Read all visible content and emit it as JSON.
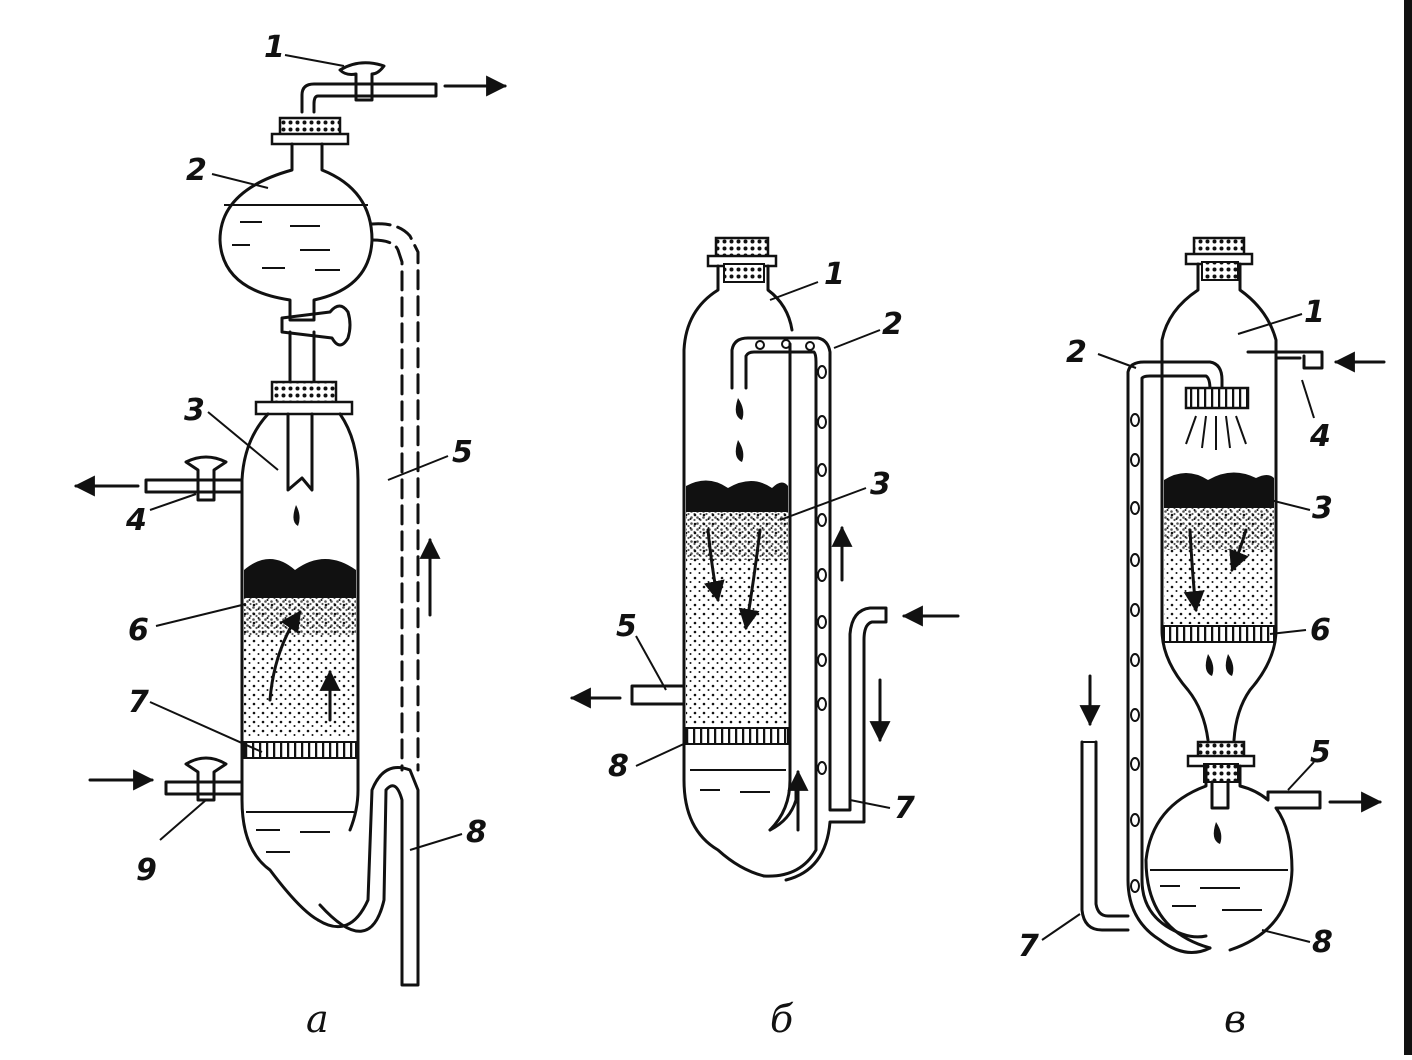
{
  "colors": {
    "ink": "#111111",
    "paper": "#ffffff"
  },
  "figures": [
    {
      "caption": "а",
      "labels": [
        "1",
        "2",
        "3",
        "4",
        "5",
        "6",
        "7",
        "8",
        "9"
      ]
    },
    {
      "caption": "б",
      "labels": [
        "1",
        "2",
        "3",
        "5",
        "8",
        "7"
      ]
    },
    {
      "caption": "в",
      "labels": [
        "1",
        "2",
        "3",
        "4",
        "5",
        "6",
        "7",
        "8"
      ]
    }
  ]
}
